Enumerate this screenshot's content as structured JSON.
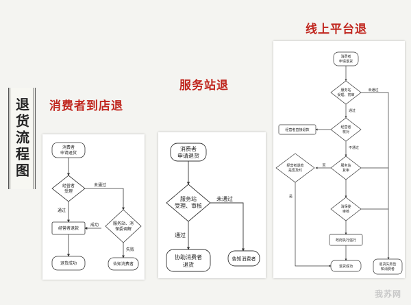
{
  "sidebar": {
    "title": "退货流程图"
  },
  "headings": {
    "store": "消费者到店退",
    "service": "服务站退",
    "online": "线上平台退"
  },
  "store": {
    "apply": "消费者申请退货",
    "accept": "经营者受理",
    "pass": "通过",
    "fail": "未通过",
    "refund": "经营者退款",
    "mediate": "服务站、消保委调解",
    "success": "成功",
    "failed": "失败",
    "done": "退货成功",
    "notify": "告知消费者"
  },
  "service": {
    "apply": "消费者申请退货",
    "review": "服务站受理、审核",
    "fail": "未通过",
    "pass": "通过",
    "assist": "协助消费者退货",
    "notify": "告知消费者"
  },
  "online": {
    "apply": "消费者申请退货",
    "accept": "服务站受理、初审",
    "fail": "未通过",
    "pass": "通过",
    "operator": "经营者核对",
    "notpass": "不通过",
    "refund": "经营者直接退款",
    "refund_check": "经营者退款是否及时",
    "no": "否",
    "yes": "是",
    "platform": "服务站复审",
    "consumer_check": "消保委审核",
    "enforce": "政府执行强行",
    "success": "退货成功",
    "notify": "退货失败告知消费者"
  },
  "watermark": "我苏网"
}
